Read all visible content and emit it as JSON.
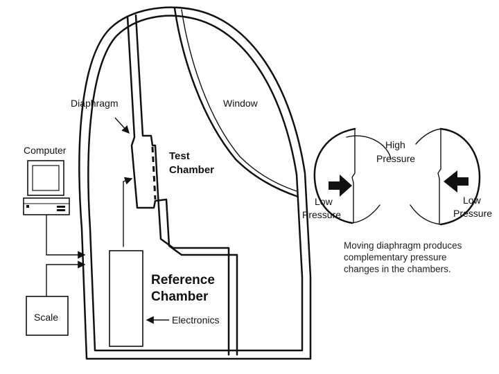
{
  "labels": {
    "diaphragm": "Diaphragm",
    "window": "Window",
    "computer": "Computer",
    "test_chamber_line1": "Test",
    "test_chamber_line2": "Chamber",
    "reference_chamber_line1": "Reference",
    "reference_chamber_line2": "Chamber",
    "electronics": "Electronics",
    "scale": "Scale",
    "high_pressure_line1": "High",
    "high_pressure_line2": "Pressure",
    "left_low_pressure_line1": "Low",
    "left_low_pressure_line2": "Pressure",
    "right_low_pressure_line1": "Low",
    "right_low_pressure_line2": "Pressure"
  },
  "caption": {
    "line1": "Moving diaphragm produces",
    "line2": "complementary pressure",
    "line3": "changes in the chambers."
  }
}
